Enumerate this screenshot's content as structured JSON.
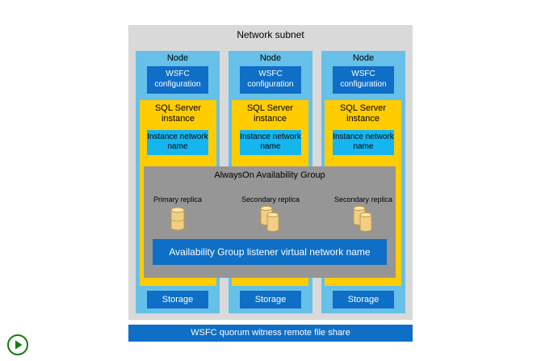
{
  "subnet": {
    "title": "Network subnet"
  },
  "nodes": [
    {
      "title": "Node",
      "wsfc": "WSFC configuration",
      "sql": "SQL Server instance",
      "instance": "Instance network name",
      "storage": "Storage"
    },
    {
      "title": "Node",
      "wsfc": "WSFC configuration",
      "sql": "SQL Server instance",
      "instance": "Instance network name",
      "storage": "Storage"
    },
    {
      "title": "Node",
      "wsfc": "WSFC configuration",
      "sql": "SQL Server instance",
      "instance": "Instance network name",
      "storage": "Storage"
    }
  ],
  "availability_group": {
    "title": "AlwaysOn Availability Group",
    "replicas": [
      "Primary replica",
      "Secondary replica",
      "Secondary replica"
    ],
    "listener": "Availability Group listener virtual network name"
  },
  "witness": "WSFC quorum witness remote file share",
  "icons": {
    "database": "database-icon",
    "play": "play-circle-icon"
  },
  "colors": {
    "subnet_bg": "#d9d9d9",
    "node_bg": "#67c0e8",
    "sql_bg": "#ffcc00",
    "instance_bg": "#15b6f0",
    "blue_box": "#0f6fc6",
    "ag_bg": "#969696"
  }
}
